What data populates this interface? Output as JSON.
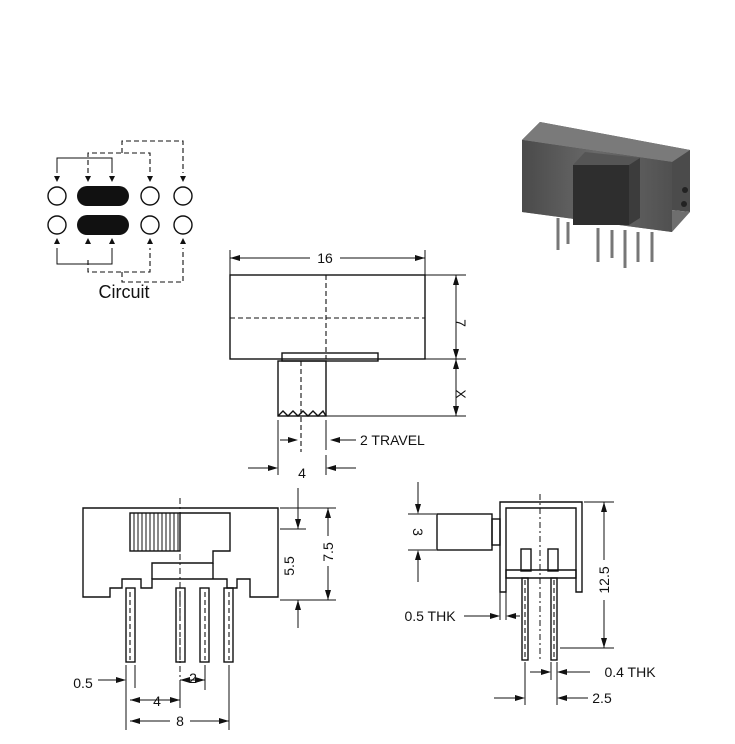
{
  "circuit": {
    "label": "Circuit"
  },
  "top_view": {
    "width": "16",
    "height": "7",
    "x": "X",
    "travel": "2 TRAVEL",
    "knob": "4"
  },
  "front_view": {
    "h1": "5.5",
    "h2": "7.5",
    "pin": "0.5",
    "pitch": "2",
    "w1": "4",
    "w2": "8"
  },
  "side_view": {
    "knob": "3",
    "height": "12.5",
    "frame_thk": "0.5 THK",
    "pin_thk": "0.4 THK",
    "pitch": "2.5"
  },
  "colors": {
    "ink": "#111111",
    "paper": "#ffffff",
    "body": "#5a5a5a"
  }
}
